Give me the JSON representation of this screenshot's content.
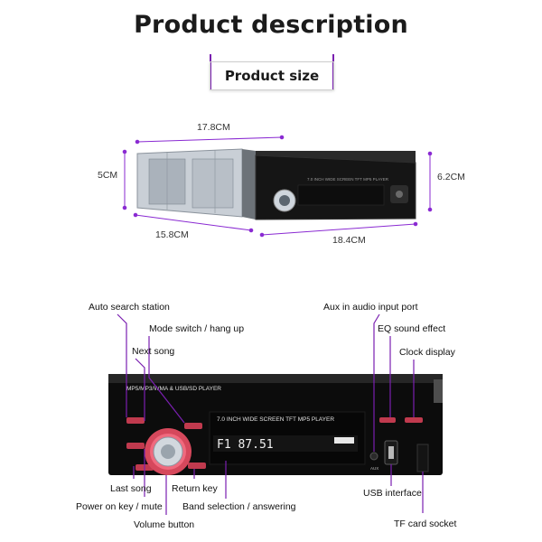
{
  "header": {
    "title": "Product description",
    "section": "Product size"
  },
  "dimensions": {
    "width_top": "17.8CM",
    "height_left": "5CM",
    "height_right": "6.2CM",
    "depth_chassis": "15.8CM",
    "depth_total": "18.4CM"
  },
  "device": {
    "panel_text": "MP5/MP3/WMA & USB/SD PLAYER",
    "screen_text": "7.0 INCH WIDE SCREEN TFT MP5 PLAYER",
    "top_photo_text": "7.0 INCH WIDE SCREEN TFT MP5 PLAYER",
    "display_readout": "F1 87.51",
    "aux_label": "AUX"
  },
  "callouts": {
    "auto_search": "Auto search station",
    "mode_switch": "Mode switch / hang up",
    "next_song": "Next song",
    "aux_input": "Aux in audio input port",
    "eq": "EQ sound effect",
    "clock": "Clock display",
    "last_song": "Last song",
    "return_key": "Return key",
    "power": "Power on key / mute",
    "band": "Band selection / answering",
    "volume": "Volume button",
    "usb": "USB interface",
    "tf_card": "TF card socket"
  },
  "colors": {
    "accent": "#7a1fb0",
    "knob_glow": "#e0405a"
  }
}
